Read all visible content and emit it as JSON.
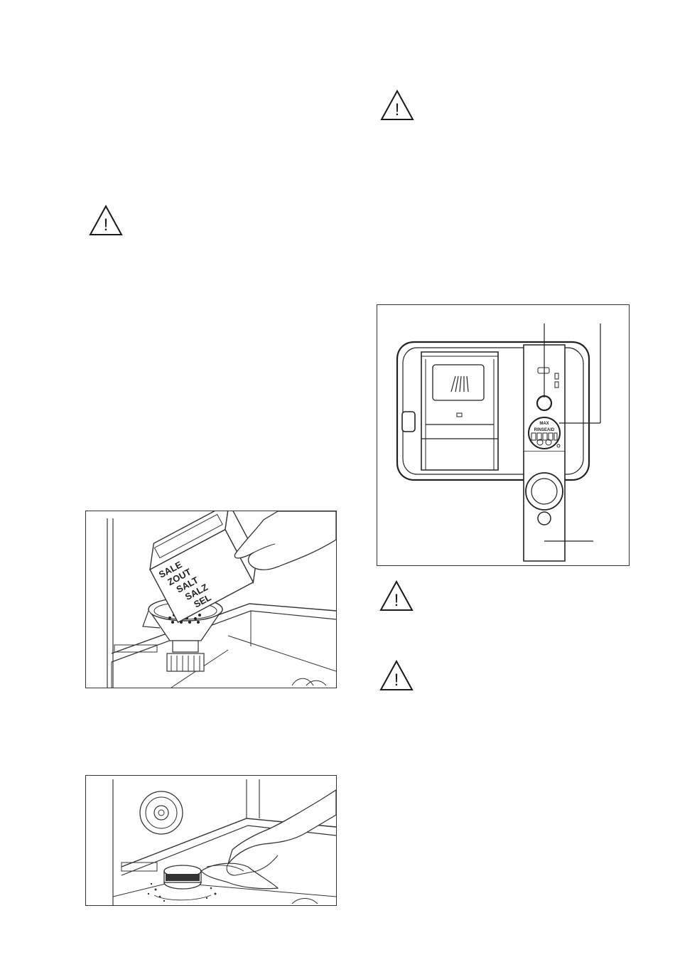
{
  "warnings": [
    {
      "icon": "warning-triangle-icon",
      "symbol": "!"
    },
    {
      "icon": "warning-triangle-icon",
      "symbol": "!"
    },
    {
      "icon": "warning-triangle-icon",
      "symbol": "!"
    },
    {
      "icon": "warning-triangle-icon",
      "symbol": "!"
    }
  ],
  "figures": {
    "salt_filling": {
      "package_labels": [
        "SALE",
        "ZOUT",
        "SALT",
        "SALZ",
        "SEL"
      ]
    },
    "salt_cap_cleaning": {},
    "dispenser": {
      "dial_label_top": "MAX",
      "dial_label_bottom": "RINSEAID"
    }
  }
}
